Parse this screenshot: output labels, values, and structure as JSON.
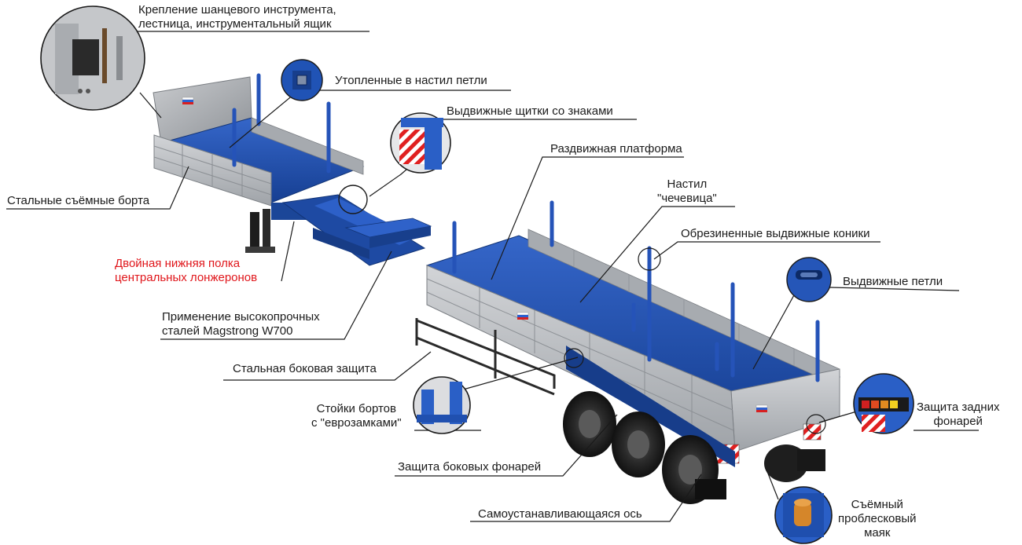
{
  "labels": {
    "tool_mount": [
      "Крепление шанцевого инструмента,",
      "лестница, инструментальный ящик"
    ],
    "recessed_loops": "Утопленные в настил петли",
    "sliding_shields": "Выдвижные щитки со знаками",
    "sliding_platform": "Раздвижная платформа",
    "deck": [
      "Настил",
      "\"чечевица\""
    ],
    "rubber_bolsters": "Обрезиненные выдвижные коники",
    "pullout_loops": "Выдвижные петли",
    "steel_sides": "Стальные съёмные борта",
    "double_shelf": [
      "Двойная нижняя полка",
      "центральных лонжеронов"
    ],
    "high_strength": [
      "Применение высокопрочных",
      "сталей Magstrong W700"
    ],
    "side_guard": "Стальная боковая защита",
    "side_posts": [
      "Стойки бортов",
      "с \"еврозамками\""
    ],
    "rear_lights": [
      "Защита задних",
      "фонарей"
    ],
    "side_lights": "Защита боковых фонарей",
    "self_axle": "Самоустанавливающаяся ось",
    "beacon": [
      "Съёмный",
      "проблесковый",
      "маяк"
    ]
  },
  "colors": {
    "trailer_blue": "#1f4fae",
    "deck_blue": "#2458c0",
    "side_gray": "#b9bcc0",
    "callout_line": "#1a1a1a",
    "highlight_text": "#e0161b",
    "warning_red": "#e02020"
  },
  "icons": [
    "russian-flag-icon",
    "warning-stripes-icon",
    "beacon-icon",
    "loop-icon",
    "toolbox-icon"
  ]
}
